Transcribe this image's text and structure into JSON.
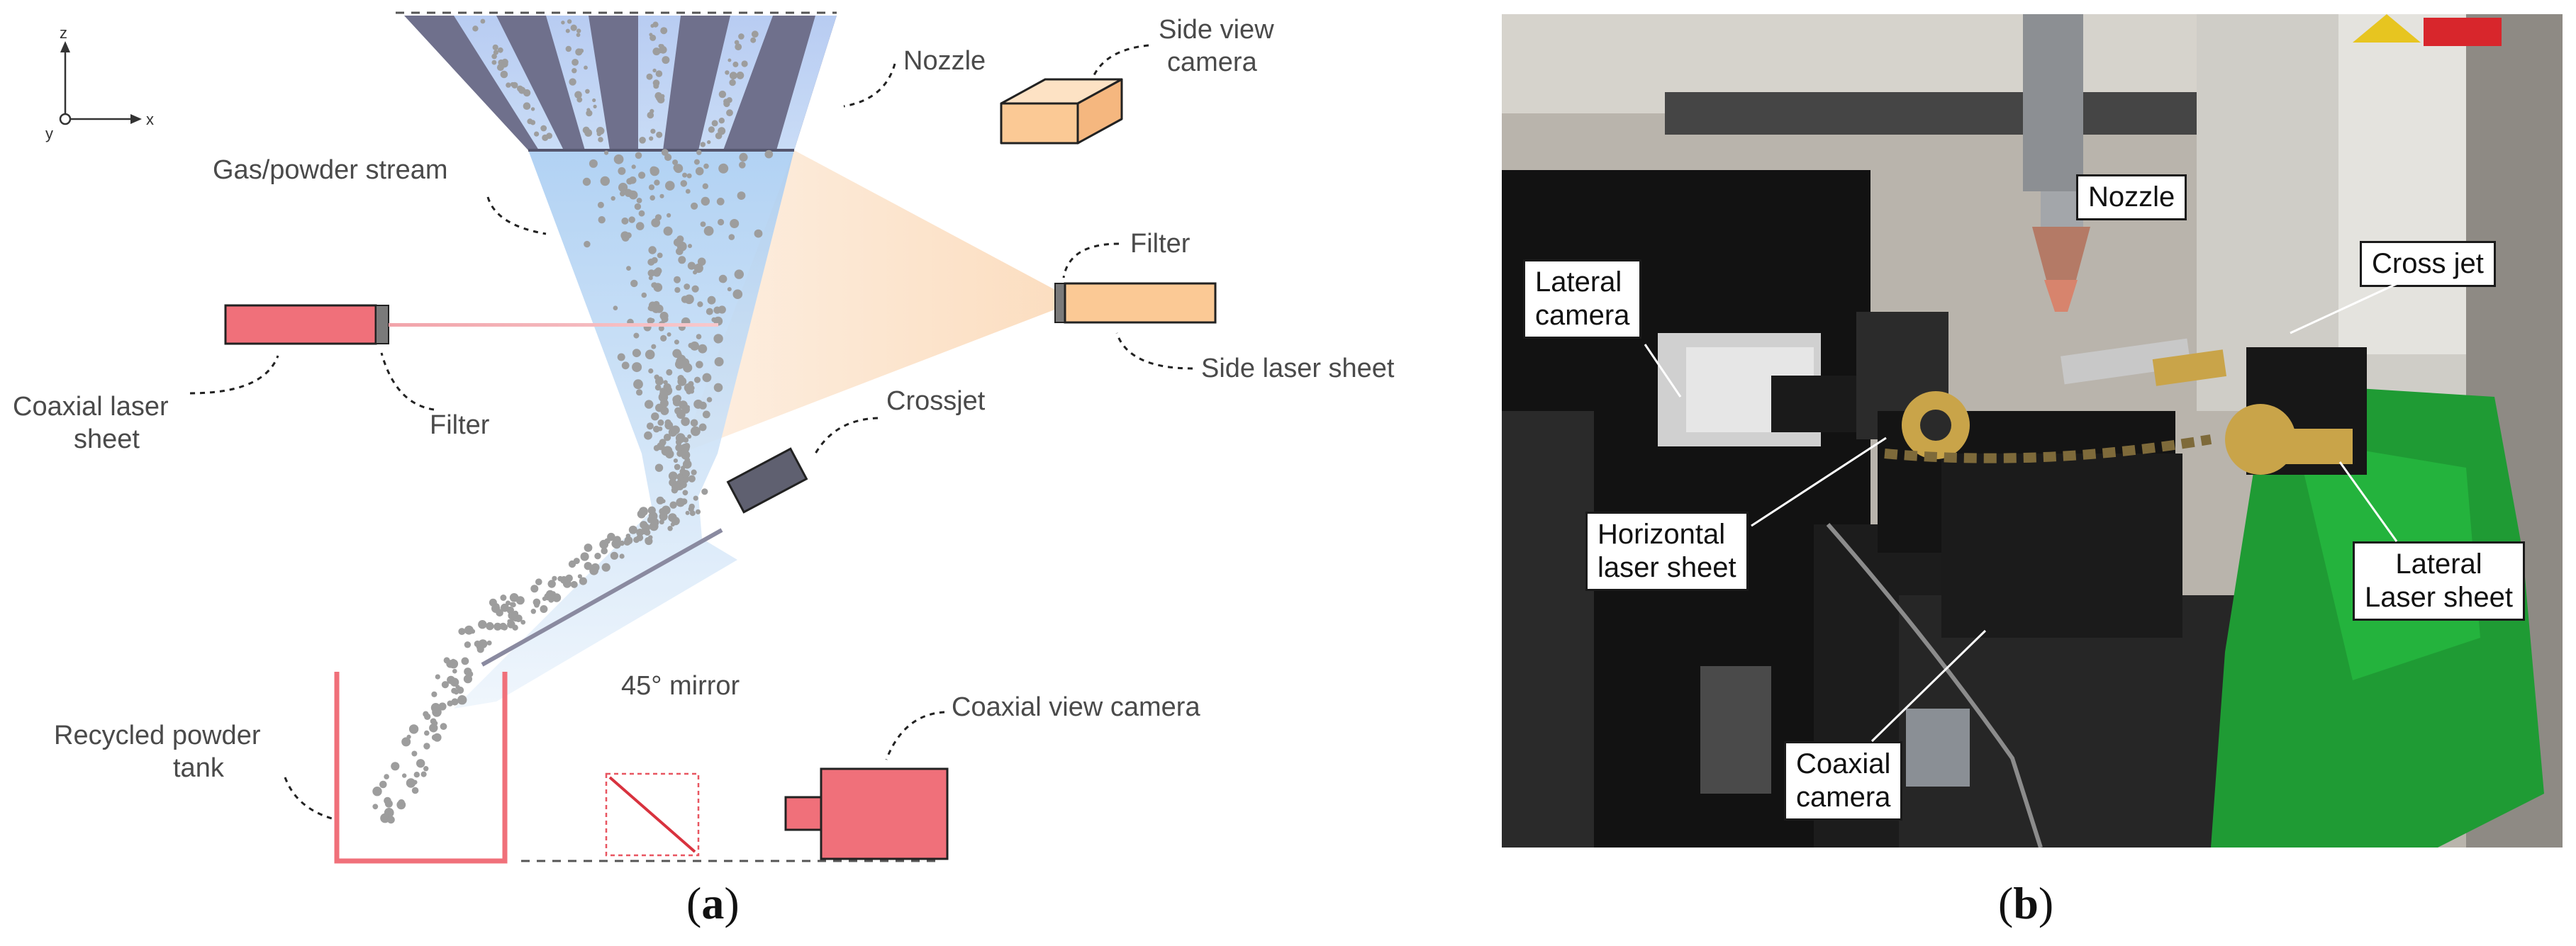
{
  "panel_a": {
    "axes": {
      "z": "z",
      "y": "y",
      "x": "x"
    },
    "labels": {
      "nozzle": "Nozzle",
      "side_view_camera_line1": "Side view",
      "side_view_camera_line2": "camera",
      "gas_powder_stream": "Gas/powder stream",
      "filter_top": "Filter",
      "side_laser_sheet": "Side laser sheet",
      "coaxial_laser_sheet_line1": "Coaxial laser",
      "coaxial_laser_sheet_line2": "sheet",
      "filter_left": "Filter",
      "crossjet": "Crossjet",
      "mirror": "45° mirror",
      "coaxial_view_camera": "Coaxial view camera",
      "recycled_tank_line1": "Recycled powder",
      "recycled_tank_line2": "tank"
    },
    "colors": {
      "nozzle_dark": "#6e6f8a",
      "nozzle_light": "#b6ccf0",
      "stream": "#cde2f7",
      "particle": "#9d9d9d",
      "laser": "#f0707a",
      "camera_side": "#fbc995",
      "crossjet": "#5f6070",
      "leader": "#222222"
    }
  },
  "panel_b": {
    "callouts": {
      "nozzle": "Nozzle",
      "lateral_camera": "Lateral\ncamera",
      "cross_jet": "Cross jet",
      "horizontal_laser_sheet": "Horizontal\nlaser sheet",
      "lateral_laser_sheet": "Lateral\nLaser sheet",
      "coaxial_camera": "Coaxial\ncamera"
    }
  },
  "captions": {
    "a_open": "(",
    "a_letter": "a",
    "a_close": ")",
    "b_open": "(",
    "b_letter": "b",
    "b_close": ")"
  }
}
